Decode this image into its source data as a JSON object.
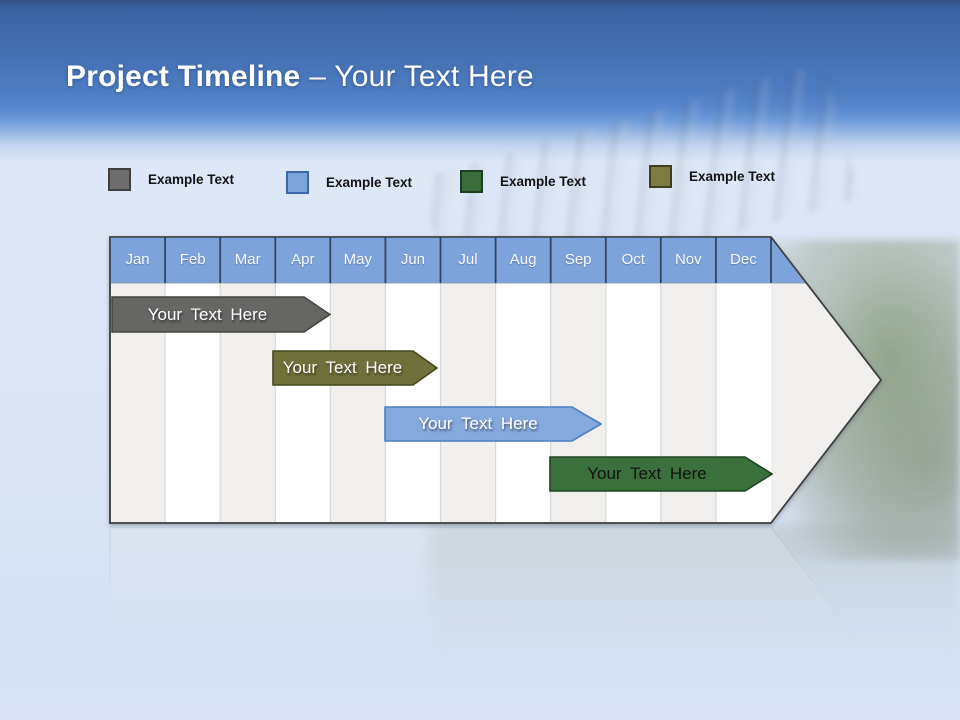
{
  "slide": {
    "title_bold": "Project Timeline",
    "title_rest": "– Your Text Here"
  },
  "legend": {
    "items": [
      {
        "label": "Example Text",
        "color": "#6d6d6d",
        "border": "#3f3f3f"
      },
      {
        "label": "Example Text",
        "color": "#7da5dc",
        "border": "#3c68a8"
      },
      {
        "label": "Example Text",
        "color": "#3a6b3c",
        "border": "#1f3d20"
      },
      {
        "label": "Example Text",
        "color": "#7c7c42",
        "border": "#3f3f20"
      }
    ]
  },
  "timeline": {
    "months": [
      "Jan",
      "Feb",
      "Mar",
      "Apr",
      "May",
      "Jun",
      "Jul",
      "Aug",
      "Sep",
      "Oct",
      "Nov",
      "Dec"
    ],
    "header_color": "#7ca3da",
    "stripe_colors": {
      "odd": "#f0efed",
      "even": "#ffffff"
    },
    "bars": [
      {
        "label": "Your Text Here",
        "fill": "#666664",
        "stroke": "#45453f",
        "text_color": "#ffffff",
        "span": "Jan – mid Apr"
      },
      {
        "label": "Your Text Here",
        "fill": "#70703a",
        "stroke": "#45451f",
        "text_color": "#ffffff",
        "span": "Apr – mid Jun"
      },
      {
        "label": "Your Text Here",
        "fill": "#84a9dd",
        "stroke": "#4d7dbf",
        "text_color": "#ffffff",
        "span": "Jun – early Oct"
      },
      {
        "label": "Your Text Here",
        "fill": "#3a703c",
        "stroke": "#1e441f",
        "text_color": "#131313",
        "span": "Sep – Dec"
      }
    ]
  }
}
